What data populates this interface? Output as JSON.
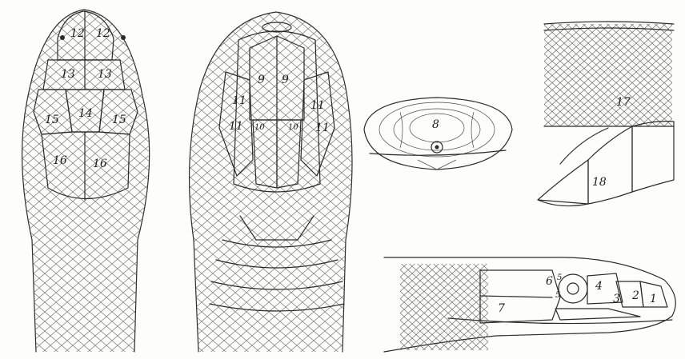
{
  "dorsal_view": {
    "labels": [
      "12",
      "12",
      "13",
      "13",
      "14",
      "15",
      "15",
      "16",
      "16"
    ]
  },
  "ventral_view": {
    "labels": [
      "9",
      "9",
      "11",
      "11",
      "10",
      "10",
      "11",
      "11"
    ]
  },
  "front_view": {
    "labels": [
      "8"
    ]
  },
  "body_scales": {
    "labels": [
      "17",
      "18"
    ]
  },
  "lateral_view": {
    "labels": [
      "1",
      "2",
      "3",
      "4",
      "5",
      "5",
      "6",
      "7"
    ]
  },
  "colors": {
    "ink": "#2b2b2b",
    "paper": "#fdfdfb"
  }
}
